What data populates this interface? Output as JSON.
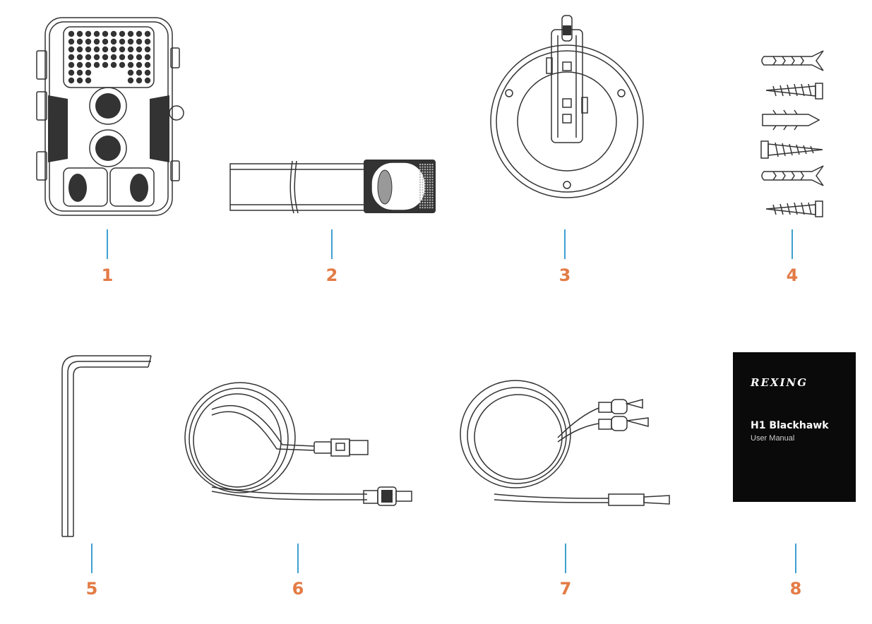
{
  "items": [
    {
      "number": "1",
      "name": "trail-camera"
    },
    {
      "number": "2",
      "name": "mounting-strap"
    },
    {
      "number": "3",
      "name": "wall-mount"
    },
    {
      "number": "4",
      "name": "screws-and-anchors"
    },
    {
      "number": "5",
      "name": "hex-key"
    },
    {
      "number": "6",
      "name": "usb-cable"
    },
    {
      "number": "7",
      "name": "av-cable"
    },
    {
      "number": "8",
      "name": "user-manual"
    }
  ],
  "manual": {
    "brand": "REXING",
    "title": "H1 Blackhawk",
    "subtitle": "User Manual"
  },
  "colors": {
    "number": "#e37b45",
    "leader": "#3fa0cf",
    "line_art": "#333333",
    "manual_bg": "#0a0a0a"
  }
}
